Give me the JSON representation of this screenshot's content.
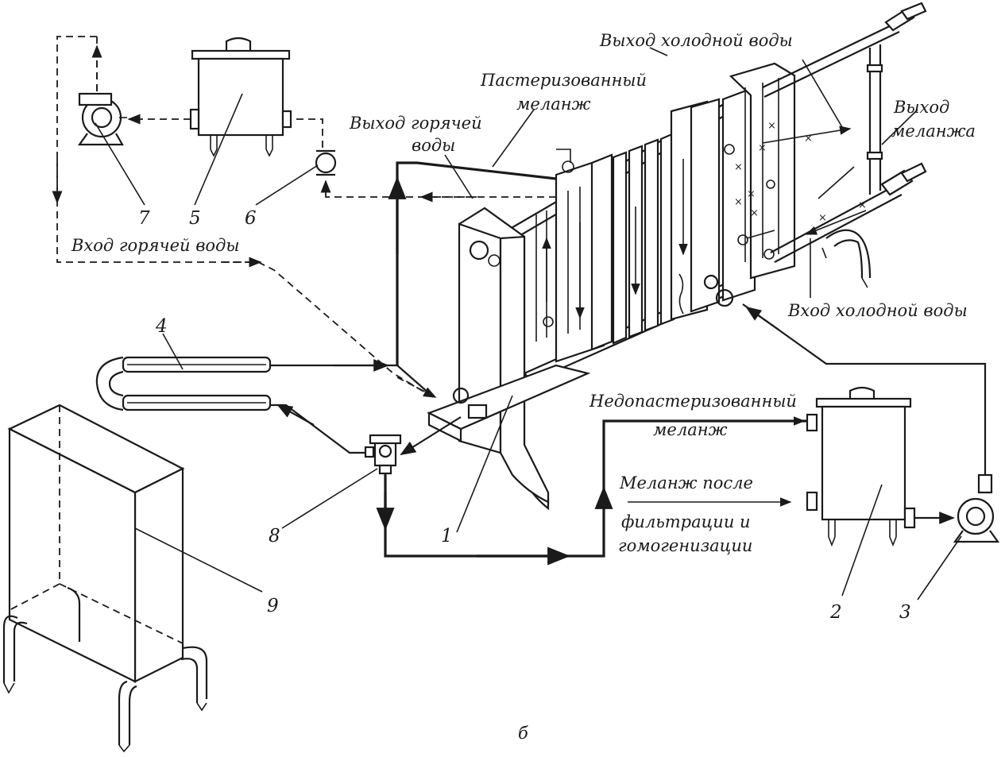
{
  "labels": {
    "cold_water_out": "Выход холодной воды",
    "pasteurized_line1": "Пастеризованный",
    "pasteurized_line2": "меланж",
    "hot_water_out_line1": "Выход горячей",
    "hot_water_out_line2": "воды",
    "melange_out_line1": "Выход",
    "melange_out_line2": "меланжа",
    "hot_water_in": "Вход горячей воды",
    "cold_water_in": "Вход холодной воды",
    "underpasteurized_line1": "Недопастеризованный",
    "underpasteurized_line2": "меланж",
    "after_filtration_line1": "Меланж после",
    "after_filtration_line2": "фильтрации и",
    "after_filtration_line3": "гомогенизации",
    "subfigure_letter": "б"
  },
  "numbers": {
    "n1": "1",
    "n2": "2",
    "n3": "3",
    "n4": "4",
    "n5": "5",
    "n6": "6",
    "n7": "7",
    "n8": "8",
    "n9": "9"
  },
  "colors": {
    "ink": "#1a1a1a",
    "paper": "#ffffff"
  }
}
